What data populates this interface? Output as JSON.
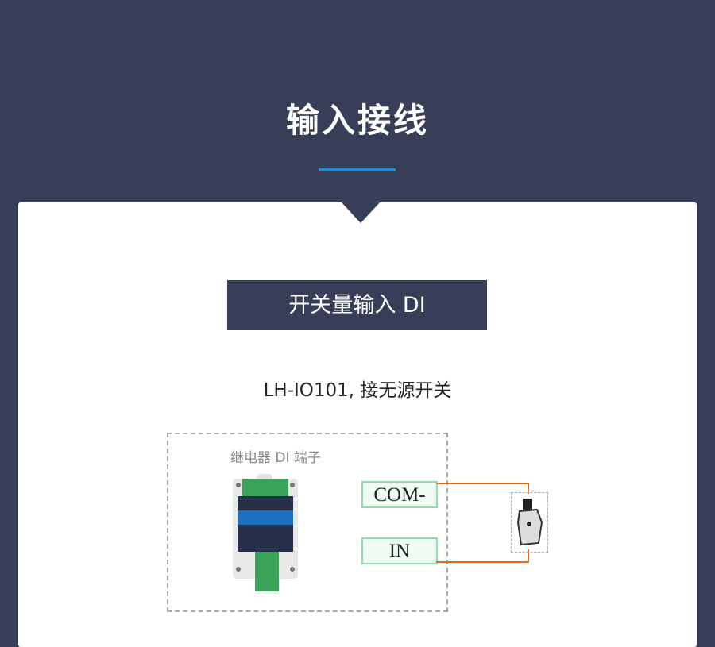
{
  "header": {
    "title": "输入接线"
  },
  "section": {
    "title": "开关量输入 DI"
  },
  "subtitle": "LH-IO101, 接无源开关",
  "diagram": {
    "box_label": "继电器 DI 端子",
    "terminals": [
      "COM-",
      "IN"
    ],
    "device_icon": "io-module-device",
    "switch_icon": "passive-switch",
    "colors": {
      "wire": "#e06b1a",
      "terminal_border": "#8fdcb0",
      "accent": "#1f8fd8",
      "dark": "#383e57"
    }
  }
}
